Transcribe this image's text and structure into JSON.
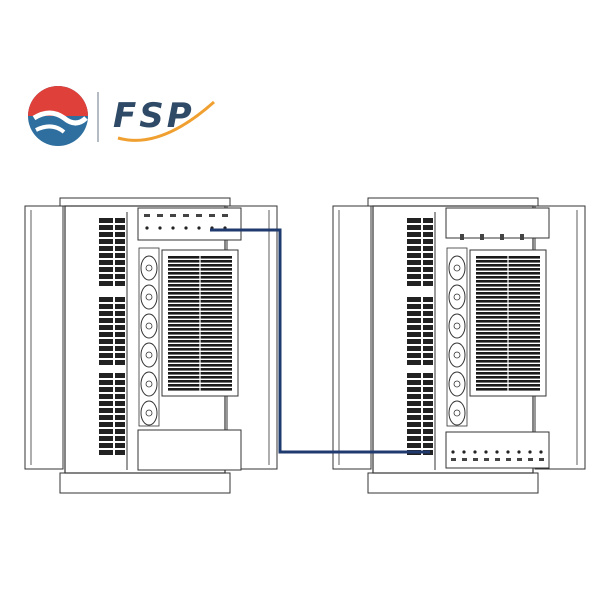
{
  "brand": {
    "logo_text": "FSP",
    "colors": {
      "red": "#e0403a",
      "blue": "#2f6f9f",
      "orange": "#f0a030",
      "navy": "#2f4a66",
      "link": "#1f3a6e"
    }
  },
  "diagram": {
    "cabinets": [
      {
        "id": "left",
        "splice_module": "top",
        "connection": "cross-connect"
      },
      {
        "id": "right",
        "splice_module": "bottom",
        "connection": "cross-connect"
      }
    ],
    "link_color": "#1f3a6e",
    "line_color": "#333333"
  }
}
